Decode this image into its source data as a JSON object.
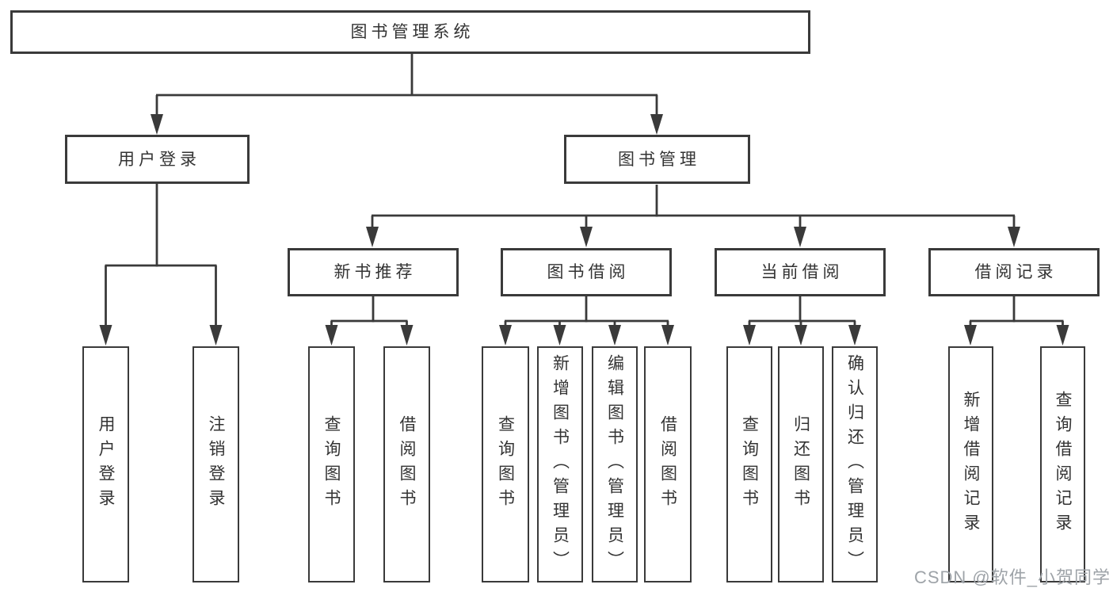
{
  "diagram": {
    "root": {
      "label": "图书管理系统"
    },
    "branches": [
      {
        "label": "用户登录",
        "children": [
          {
            "label": "用户登录"
          },
          {
            "label": "注销登录"
          }
        ]
      },
      {
        "label": "图书管理",
        "groups": [
          {
            "label": "新书推荐",
            "children": [
              {
                "label": "查询图书"
              },
              {
                "label": "借阅图书"
              }
            ]
          },
          {
            "label": "图书借阅",
            "children": [
              {
                "label": "查询图书"
              },
              {
                "label": "新增图书（管理员）"
              },
              {
                "label": "编辑图书（管理员）"
              },
              {
                "label": "借阅图书"
              }
            ]
          },
          {
            "label": "当前借阅",
            "children": [
              {
                "label": "查询图书"
              },
              {
                "label": "归还图书"
              },
              {
                "label": "确认归还（管理员）"
              }
            ]
          },
          {
            "label": "借阅记录",
            "children": [
              {
                "label": "新增借阅记录"
              },
              {
                "label": "查询借阅记录"
              }
            ]
          }
        ]
      }
    ]
  },
  "watermark": {
    "text": "CSDN @软件_小贺同学"
  },
  "colors": {
    "line": "#3a3a3a",
    "text": "#333333",
    "watermark": "#9ea3a8",
    "background": "#ffffff"
  }
}
